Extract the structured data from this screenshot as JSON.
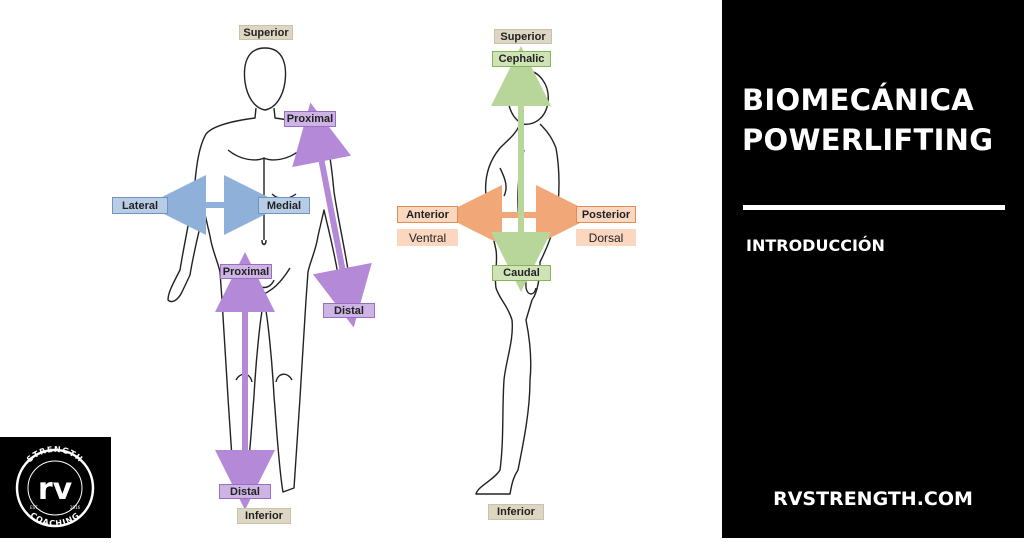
{
  "diagram": {
    "front": {
      "superior": "Superior",
      "inferior": "Inferior",
      "lateral": "Lateral",
      "medial": "Medial",
      "proximal_arm": "Proximal",
      "distal_arm": "Distal",
      "proximal_leg": "Proximal",
      "distal_leg": "Distal"
    },
    "side": {
      "superior": "Superior",
      "cephalic": "Cephalic",
      "anterior": "Anterior",
      "ventral": "Ventral",
      "posterior": "Posterior",
      "dorsal": "Dorsal",
      "caudal": "Caudal",
      "inferior": "Inferior"
    }
  },
  "panel": {
    "title_line1": "BIOMECÁNICA",
    "title_line2": "POWERLIFTING",
    "subtitle": "INTRODUCCIÓN",
    "website": "RVSTRENGTH.COM"
  },
  "logo": {
    "ring_top": "STRENGTH",
    "ring_bottom": "COACHING",
    "monogram": "rv",
    "est_left": "EST.",
    "est_right": "2016"
  },
  "colors": {
    "purple": "#b48ad8",
    "blue": "#8fb1d9",
    "orange": "#f2a778",
    "green": "#b9d69a",
    "beige": "#dcd6c2"
  }
}
